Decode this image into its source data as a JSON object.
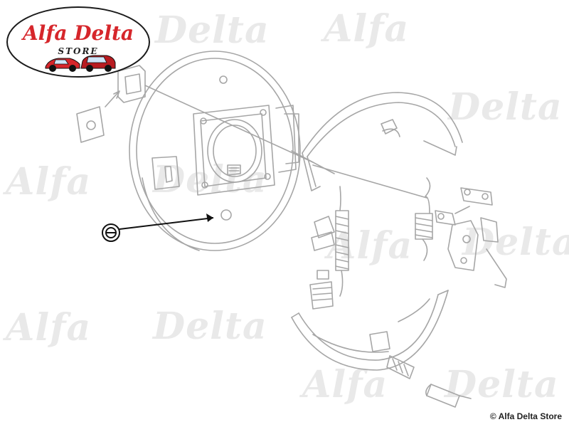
{
  "brand": {
    "name": "Alfa Delta",
    "sub": "STORE",
    "primary_color": "#d6262b"
  },
  "watermark": {
    "word_a": "Alfa",
    "word_b": "Delta",
    "color": "#e9e9e9"
  },
  "copyright": "© Alfa Delta Store",
  "parts": [
    "brake-backing-plate",
    "brake-shoe-upper",
    "brake-shoe-lower",
    "rubber-grommet",
    "handbrake-lever",
    "return-spring-left",
    "return-spring-right",
    "wheel-cylinder",
    "adjuster",
    "hold-down-pin",
    "hold-down-spring",
    "rubber-mount-block",
    "highlighted-plug"
  ]
}
